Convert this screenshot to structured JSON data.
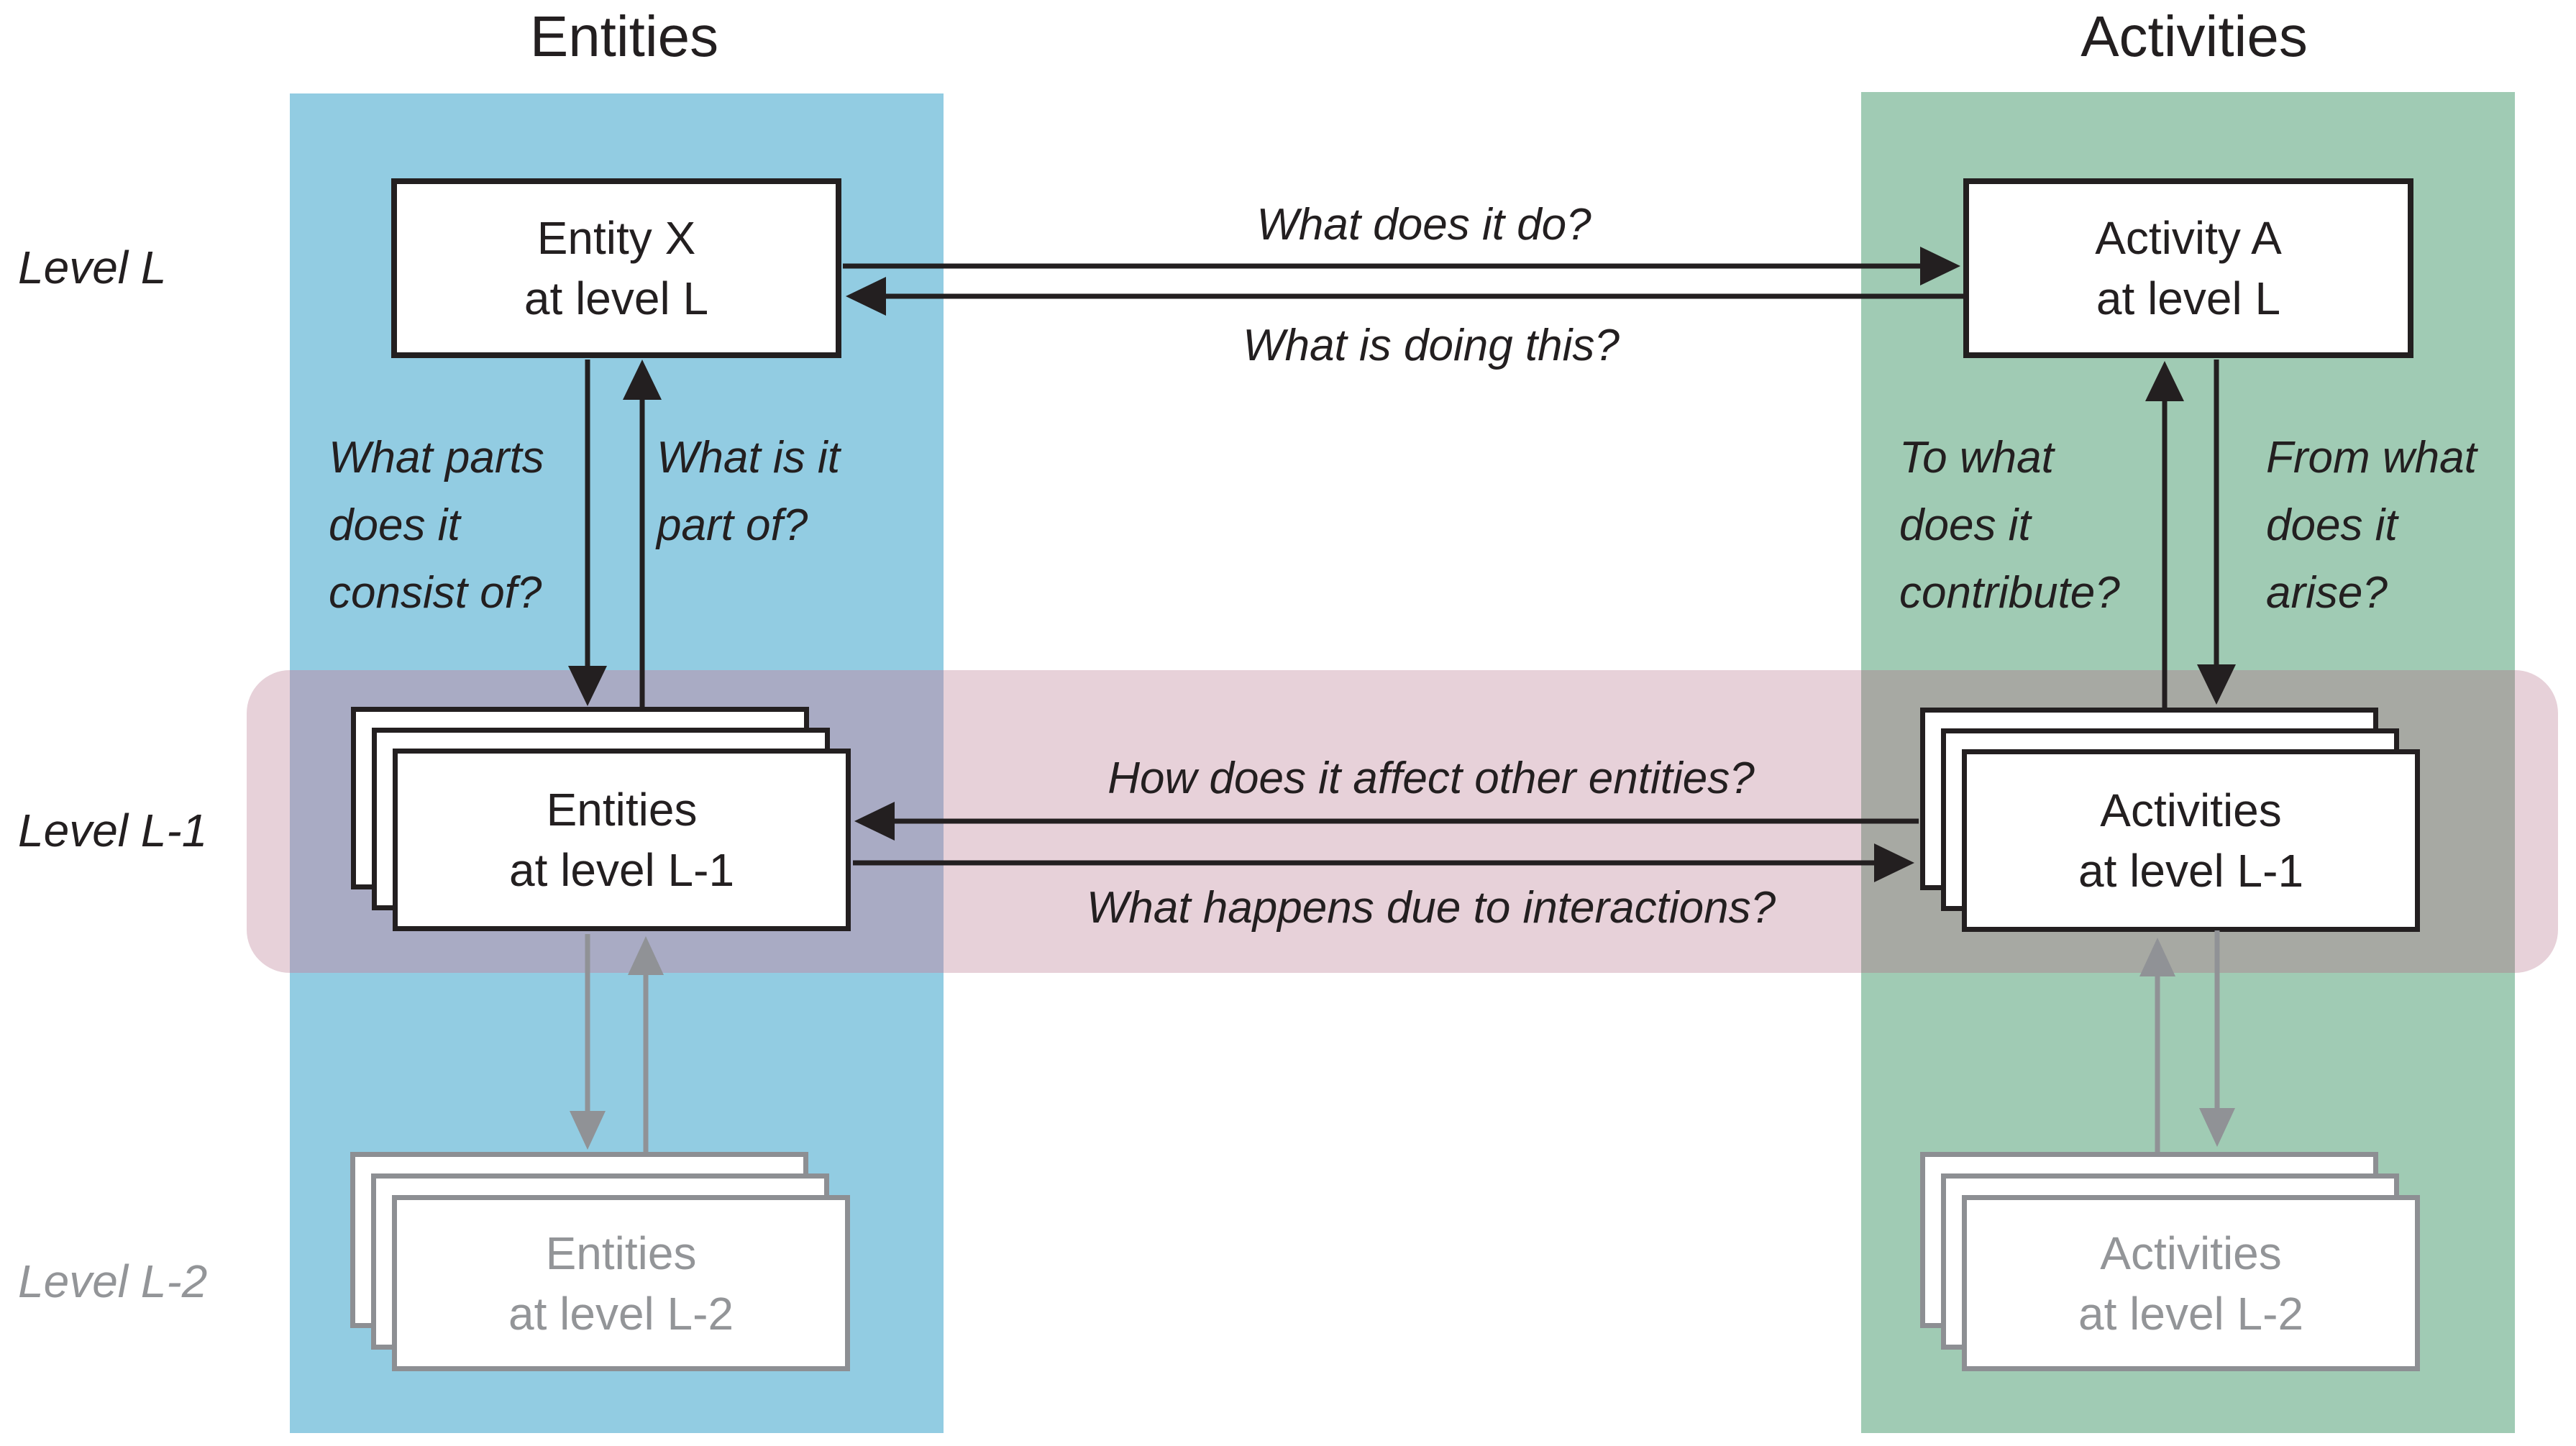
{
  "headings": {
    "left": "Entities",
    "right": "Activities"
  },
  "level_labels": {
    "l": "Level L",
    "l1": "Level L-1",
    "l2": "Level L-2"
  },
  "boxes": {
    "entity_x": {
      "line1": "Entity X",
      "line2": "at level L"
    },
    "activity_a": {
      "line1": "Activity A",
      "line2": "at level L"
    },
    "entities_l1": {
      "line1": "Entities",
      "line2": "at level L-1"
    },
    "activities_l1": {
      "line1": "Activities",
      "line2": "at level L-1"
    },
    "entities_l2": {
      "line1": "Entities",
      "line2": "at level L-2"
    },
    "activities_l2": {
      "line1": "Activities",
      "line2": "at level L-2"
    }
  },
  "questions": {
    "what_does_it_do": "What does it do?",
    "what_is_doing_this": "What is doing this?",
    "how_affect": "How does it affect other entities?",
    "what_happens": "What happens due to interactions?",
    "what_parts": {
      "l1": "What parts",
      "l2": "does it",
      "l3": "consist of?"
    },
    "part_of": {
      "l1": "What is it",
      "l2": "part of?"
    },
    "to_what": {
      "l1": "To what",
      "l2": "does it",
      "l3": "contribute?"
    },
    "from_what": {
      "l1": "From what",
      "l2": "does it",
      "l3": "arise?"
    }
  },
  "colors": {
    "entities_column": "#92cce2",
    "activities_column": "#a0cbb4",
    "level_band": "#e7d1d9",
    "band_over_blue": "#a9abc4",
    "band_over_green": "#a7a9a3",
    "ink": "#231f20",
    "faded_gray": "#939598",
    "gray_arrow": "#909296"
  }
}
